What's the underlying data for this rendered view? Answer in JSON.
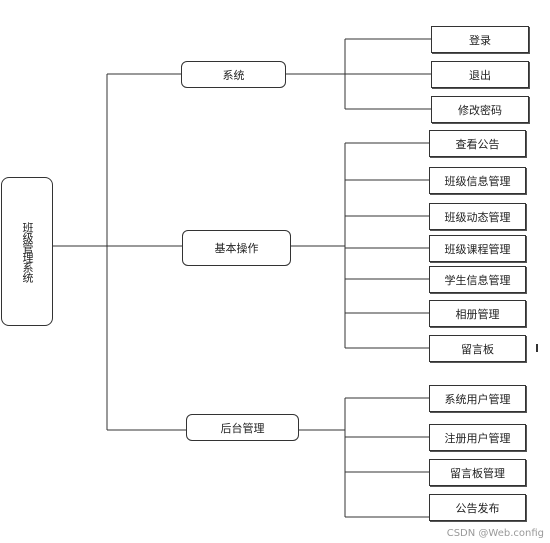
{
  "diagram": {
    "root": {
      "label": "班级管理系统"
    },
    "categories": [
      {
        "label": "系统",
        "children": [
          "登录",
          "退出",
          "修改密码"
        ]
      },
      {
        "label": "基本操作",
        "children": [
          "查看公告",
          "班级信息管理",
          "班级动态管理",
          "班级课程管理",
          "学生信息管理",
          "相册管理",
          "留言板"
        ]
      },
      {
        "label": "后台管理",
        "children": [
          "系统用户管理",
          "注册用户管理",
          "留言板管理",
          "公告发布"
        ]
      }
    ]
  },
  "watermark": "CSDN @Web.config"
}
